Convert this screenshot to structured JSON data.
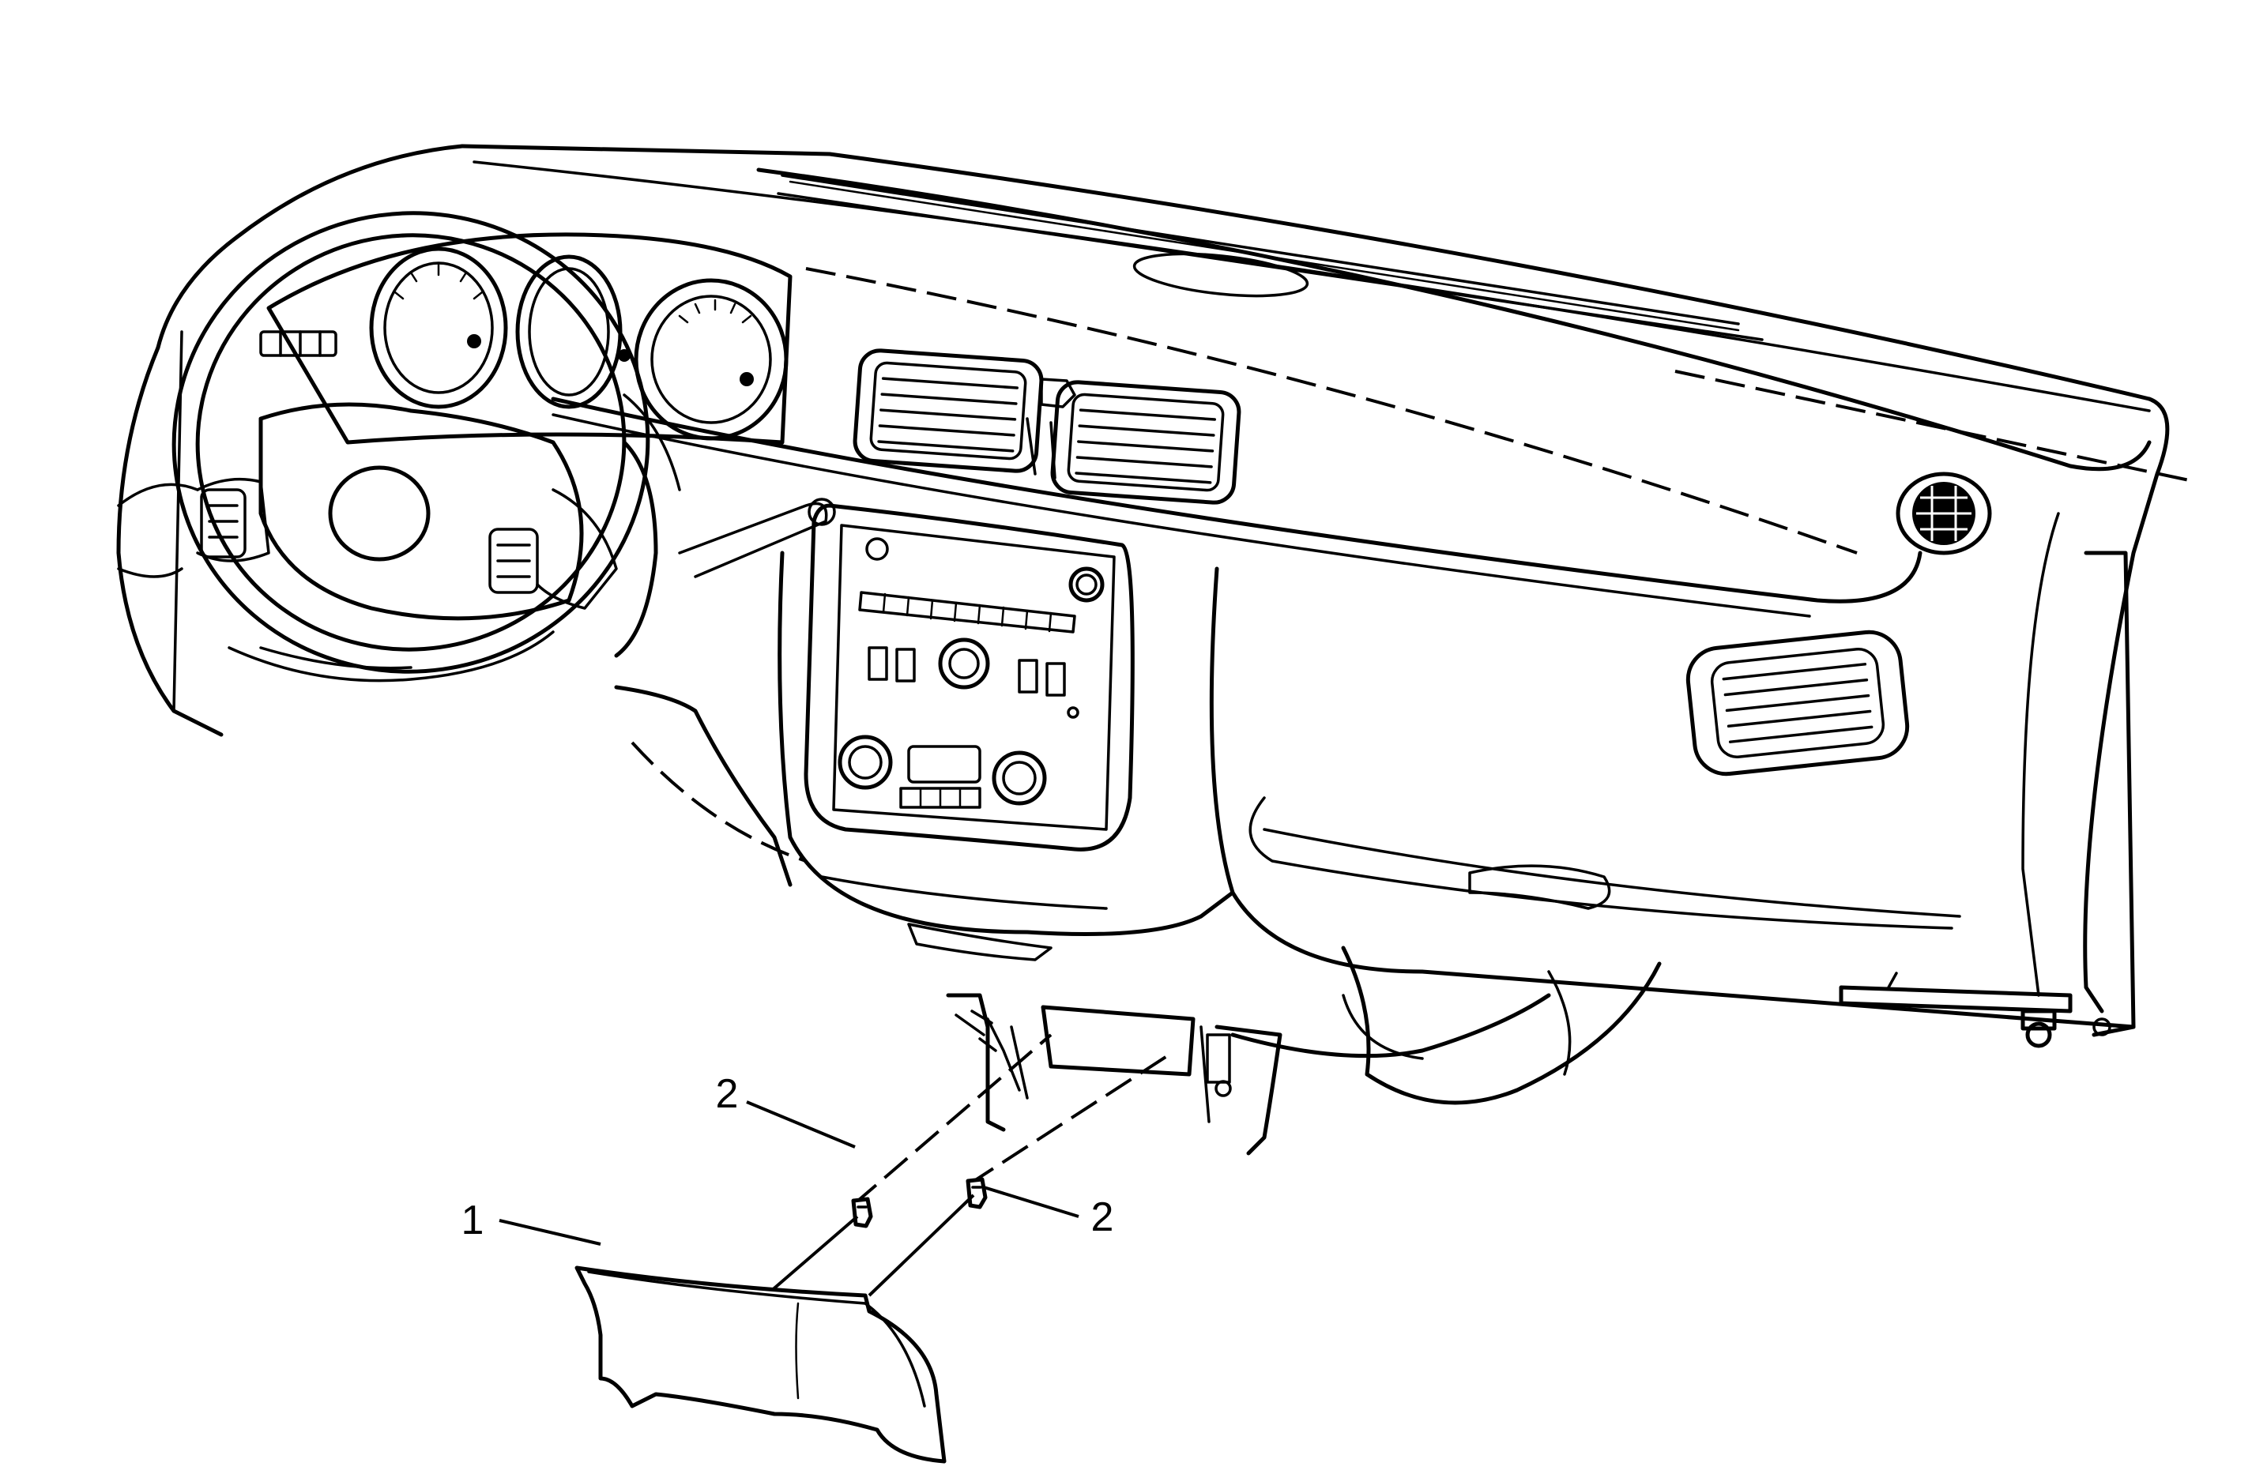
{
  "callouts": [
    {
      "label": "1",
      "part": "trim-panel"
    },
    {
      "label": "2",
      "part": "retainer-left"
    },
    {
      "label": "2",
      "part": "retainer-right"
    }
  ]
}
